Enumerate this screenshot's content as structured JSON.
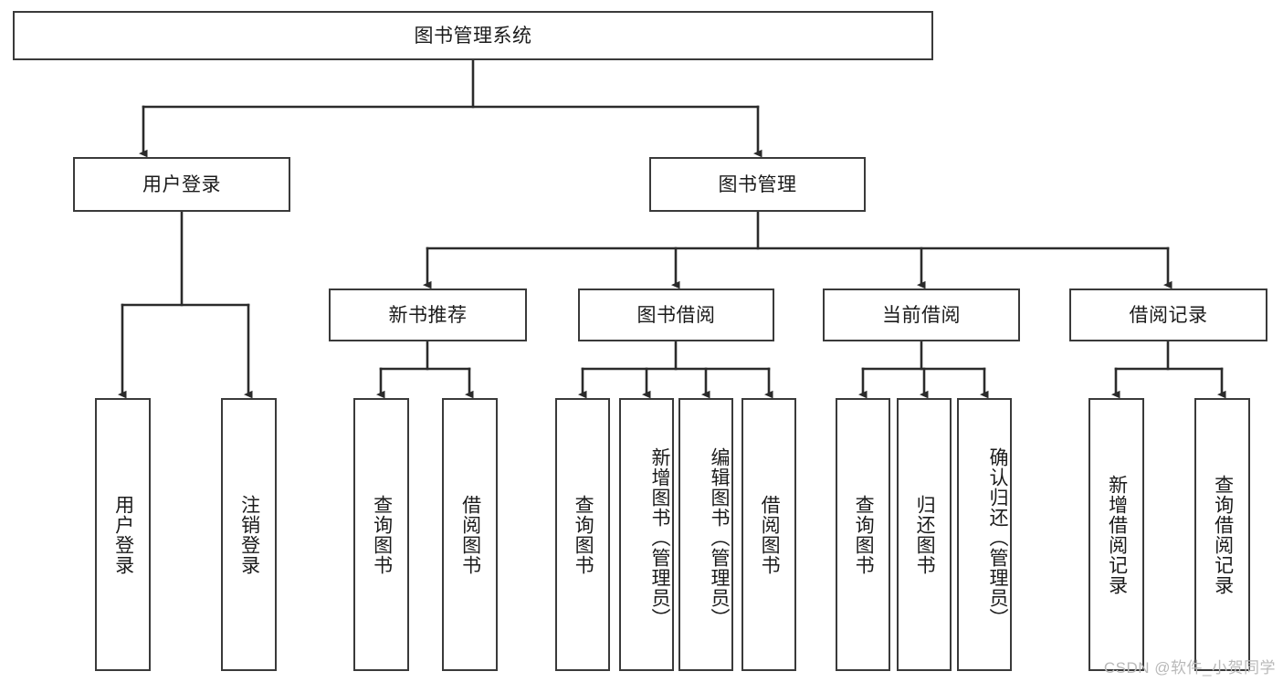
{
  "diagram": {
    "type": "tree-hierarchy",
    "title": "图书管理系统",
    "watermark": "CSDN @软件_小贺同学",
    "colors": {
      "box_border": "#3a3a3a",
      "box_fill": "#ffffff",
      "connector": "#2b2b2b",
      "text": "#1b1b1b",
      "watermark": "#b9b9b9"
    },
    "levels": {
      "root": {
        "label": "图书管理系统"
      },
      "level2": [
        {
          "label": "用户登录"
        },
        {
          "label": "图书管理"
        }
      ],
      "level3": [
        {
          "label": "新书推荐"
        },
        {
          "label": "图书借阅"
        },
        {
          "label": "当前借阅"
        },
        {
          "label": "借阅记录"
        }
      ],
      "leaves": {
        "user_login": [
          {
            "label": "用户登录"
          },
          {
            "label": "注销登录"
          }
        ],
        "new_book_recommend": [
          {
            "label": "查询图书"
          },
          {
            "label": "借阅图书"
          }
        ],
        "book_borrow": [
          {
            "label": "查询图书"
          },
          {
            "label": "新增图书（管理员）"
          },
          {
            "label": "编辑图书（管理员）"
          },
          {
            "label": "借阅图书"
          }
        ],
        "current_borrow": [
          {
            "label": "查询图书"
          },
          {
            "label": "归还图书"
          },
          {
            "label": "确认归还（管理员）"
          }
        ],
        "borrow_record": [
          {
            "label": "新增借阅记录"
          },
          {
            "label": "查询借阅记录"
          }
        ]
      }
    }
  }
}
